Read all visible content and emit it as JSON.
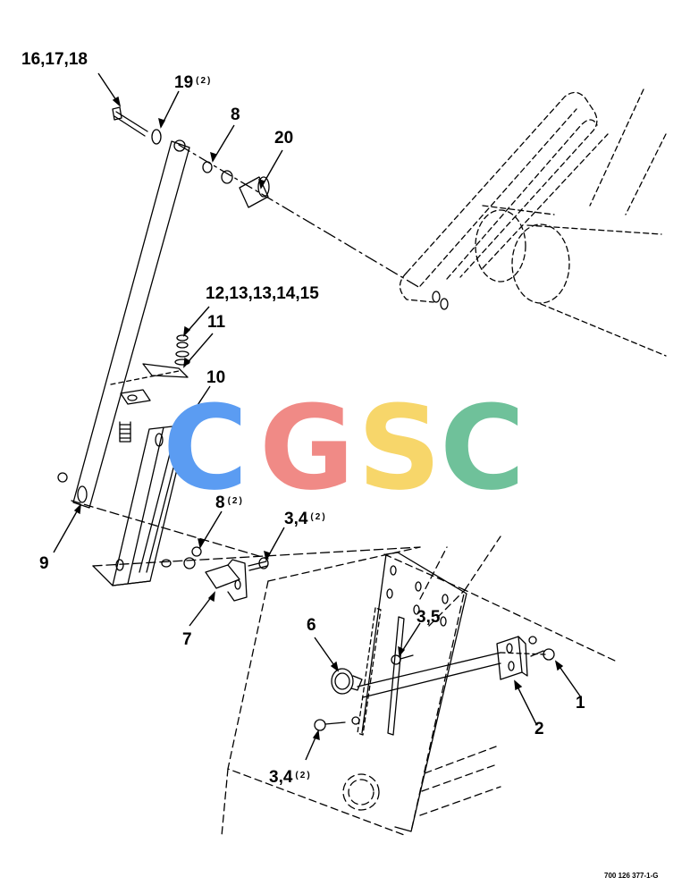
{
  "callouts": {
    "c16_17_18": "16,17,18",
    "c19": "19",
    "c19_qty": "(2)",
    "c8_top": "8",
    "c20": "20",
    "c12_15": "12,13,13,14,15",
    "c11": "11",
    "c10": "10",
    "c9": "9",
    "c8_mid": "8",
    "c8_mid_qty": "(2)",
    "c3_4_mid": "3,4",
    "c3_4_mid_qty": "(2)",
    "c7": "7",
    "c6": "6",
    "c3_5": "3,5",
    "c1": "1",
    "c2": "2",
    "c3_4_bot": "3,4",
    "c3_4_bot_qty": "(2)"
  },
  "watermark": {
    "letters": [
      "C",
      "G",
      "S",
      "C"
    ],
    "colors": [
      "#5b9cf2",
      "#f08a86",
      "#f7d66a",
      "#6fc19a"
    ]
  },
  "figure_number": "700 126 377-1-G"
}
